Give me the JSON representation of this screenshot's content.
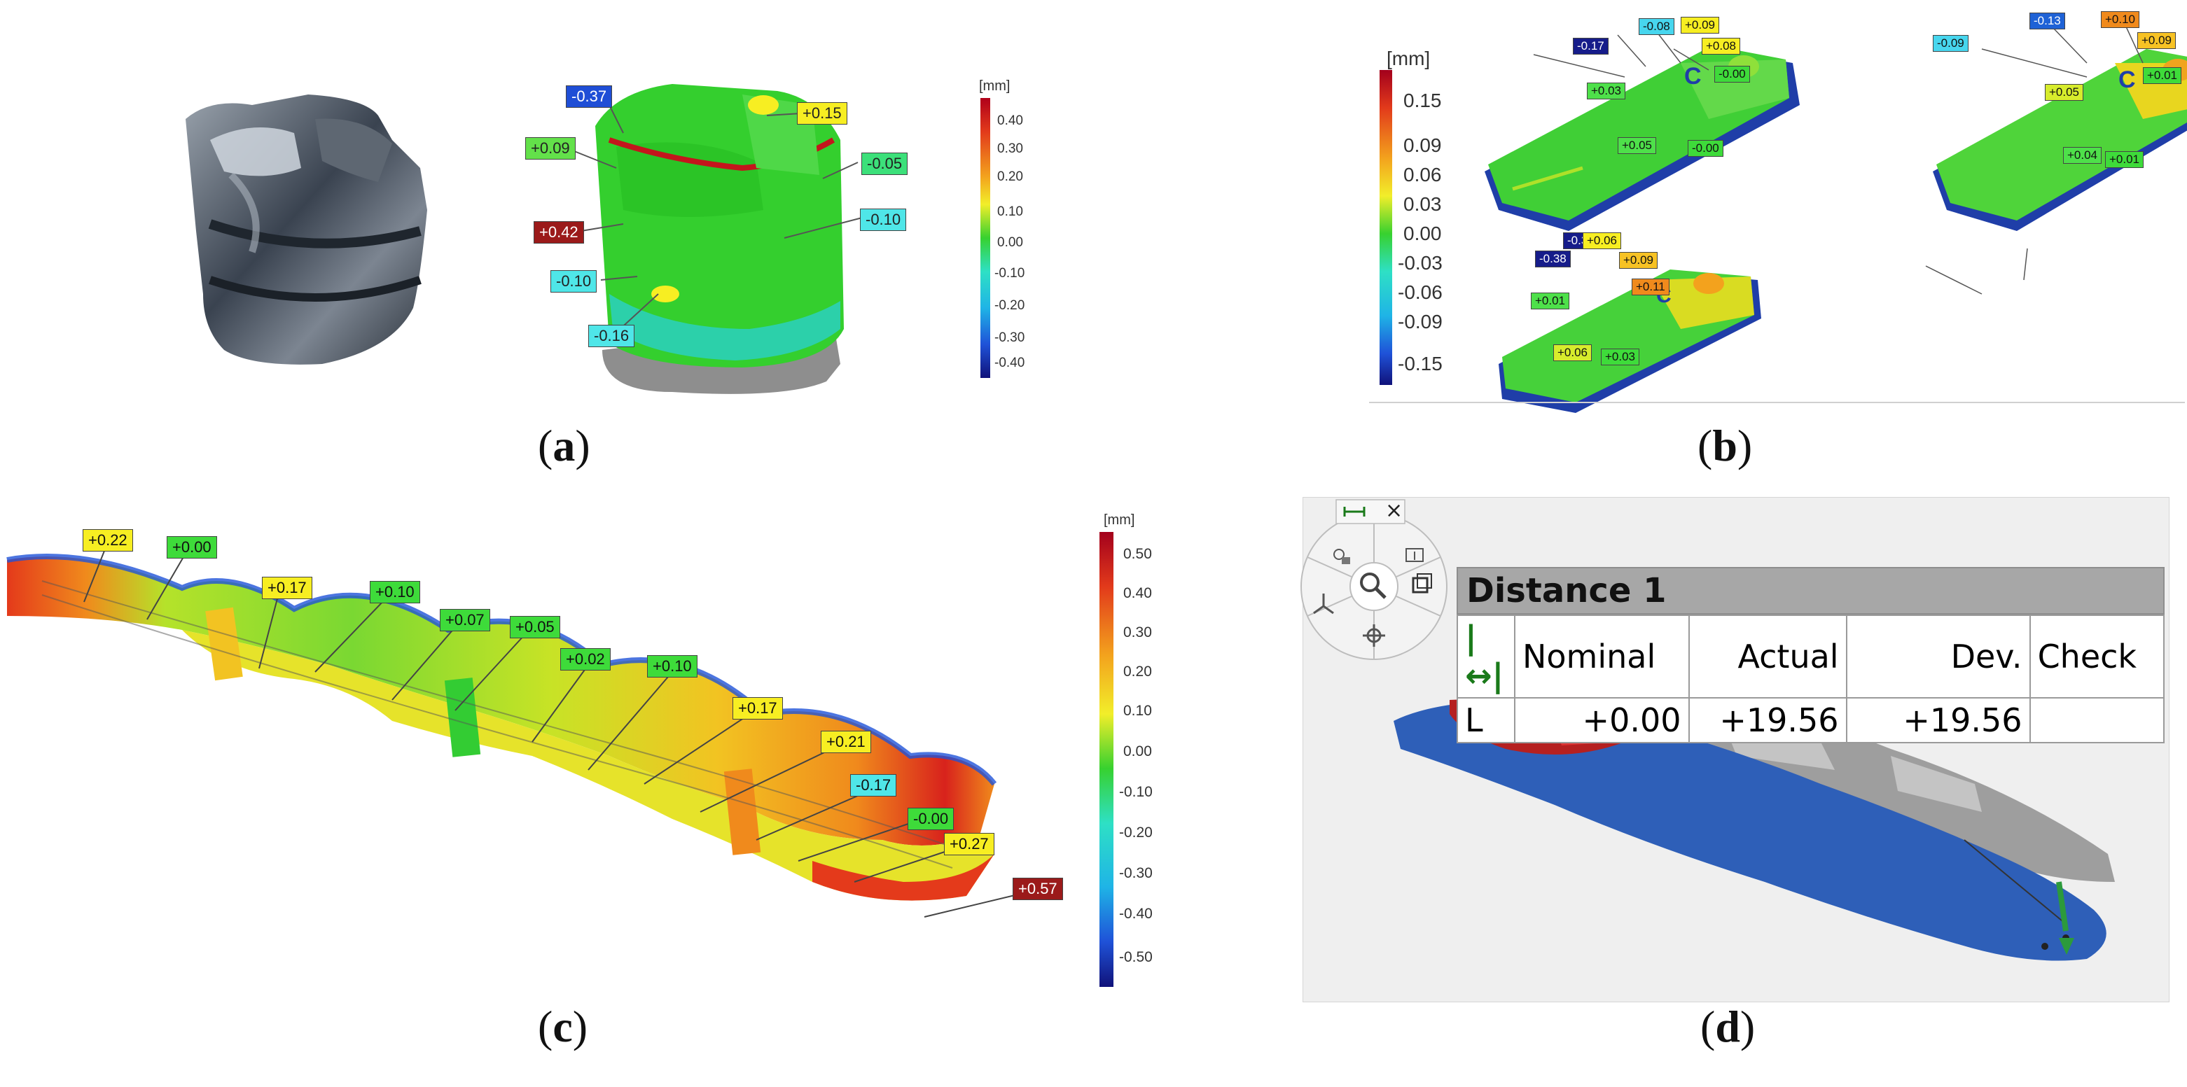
{
  "colors": {
    "hot": "#c4161c",
    "orange": "#f08a1c",
    "yellow": "#f7ee22",
    "green": "#2fcc2a",
    "cyan": "#22d4e2",
    "blue": "#1f62d6",
    "navy": "#151a8f",
    "gray": "#9a9a9a",
    "modelBlue": "#2e5fb8"
  },
  "panel_a": {
    "caption_letter": "a",
    "scale": {
      "unit": "[mm]",
      "ticks": [
        "0.40",
        "0.30",
        "0.20",
        "0.10",
        "0.00",
        "-0.10",
        "-0.20",
        "-0.30",
        "-0.40"
      ]
    },
    "labels": [
      "-0.37",
      "+0.15",
      "+0.09",
      "-0.05",
      "+0.42",
      "-0.10",
      "-0.10",
      "-0.16"
    ]
  },
  "panel_b": {
    "caption_letter": "b",
    "scale": {
      "unit": "[mm]",
      "ticks": [
        "0.15",
        "0.09",
        "0.06",
        "0.03",
        "0.00",
        "-0.03",
        "-0.06",
        "-0.09",
        "-0.15"
      ]
    },
    "part1": [
      "-0.17",
      "-0.08",
      "+0.09",
      "+0.08",
      "+0.03",
      "-0.00",
      "+0.05",
      "-0.00"
    ],
    "part2": [
      "-0.09",
      "-0.13",
      "+0.10",
      "+0.09",
      "+0.05",
      "+0.01",
      "+0.04",
      "+0.01"
    ],
    "part3": [
      "-0.38",
      "-0.34",
      "+0.06",
      "+0.09",
      "+0.11",
      "+0.01",
      "+0.06",
      "+0.03"
    ]
  },
  "panel_c": {
    "caption_letter": "c",
    "scale": {
      "unit": "[mm]",
      "ticks": [
        "0.50",
        "0.40",
        "0.30",
        "0.20",
        "0.10",
        "0.00",
        "-0.10",
        "-0.20",
        "-0.30",
        "-0.40",
        "-0.50"
      ]
    },
    "labels": [
      "+0.22",
      "+0.00",
      "+0.17",
      "+0.10",
      "+0.07",
      "+0.05",
      "+0.02",
      "+0.10",
      "+0.17",
      "+0.21",
      "-0.17",
      "-0.00",
      "+0.27",
      "+0.57"
    ]
  },
  "panel_d": {
    "caption_letter": "d",
    "table": {
      "title": "Distance 1",
      "headers": [
        "Nominal",
        "Actual",
        "Dev.",
        "Check"
      ],
      "row_label": "L",
      "values": [
        "+0.00",
        "+19.56",
        "+19.56",
        ""
      ]
    },
    "close_glyph": "×"
  }
}
